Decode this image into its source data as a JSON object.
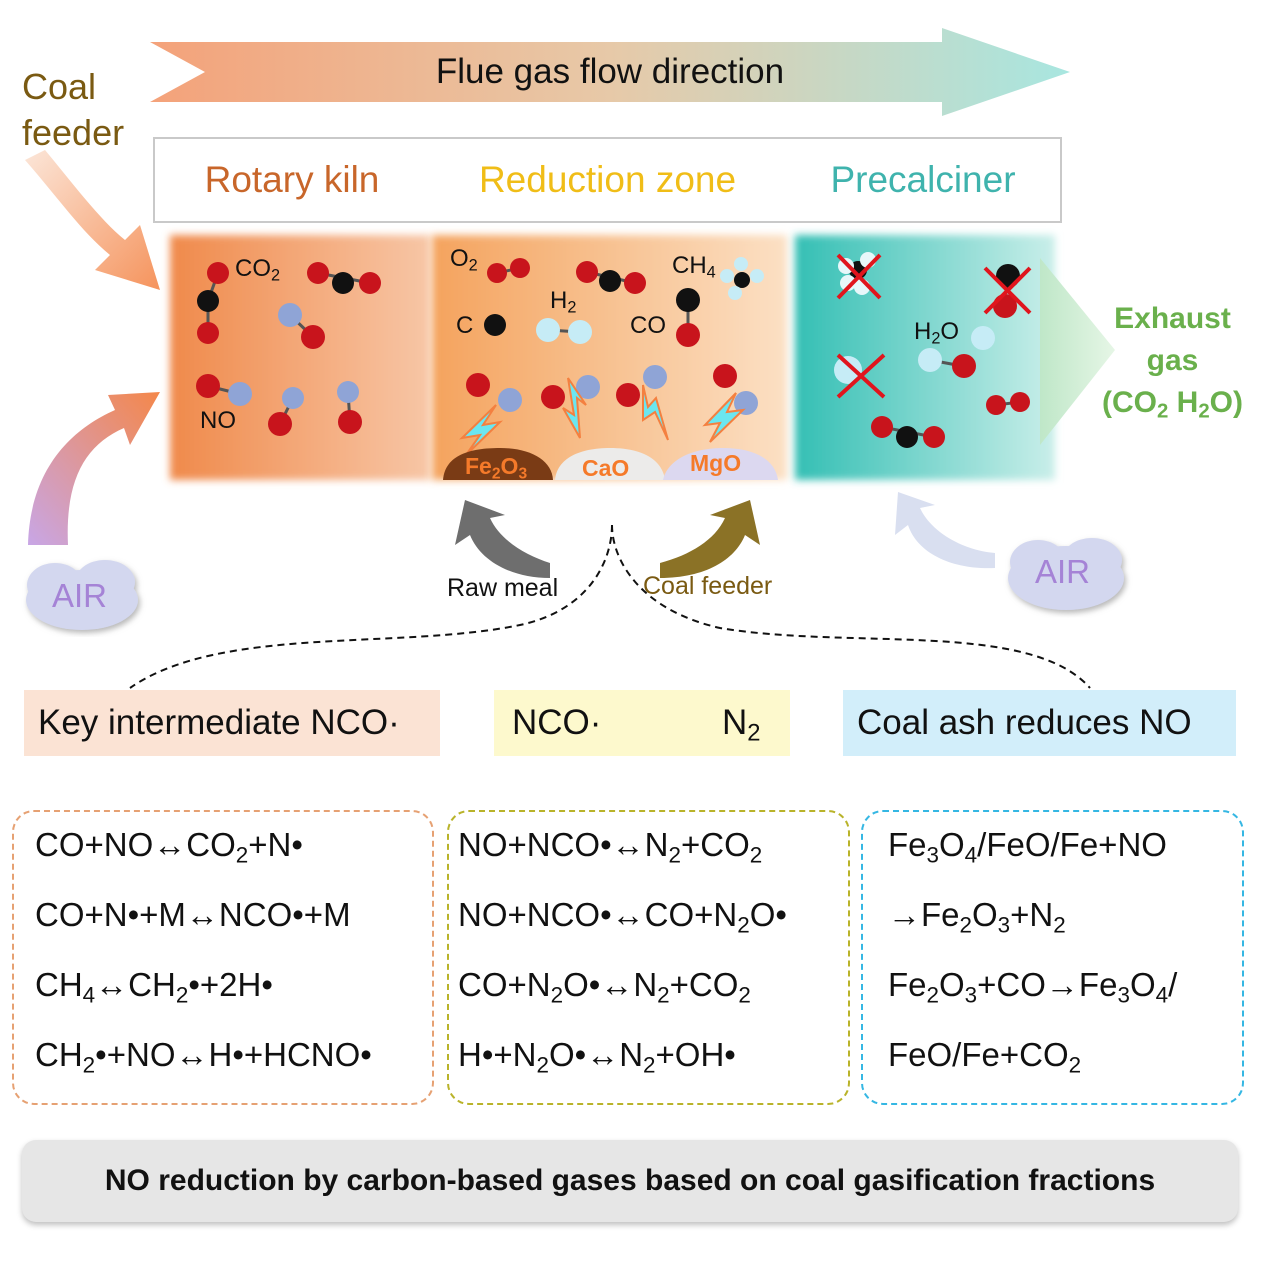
{
  "header": {
    "flow_label": "Flue gas flow direction"
  },
  "coal_feeder_top": {
    "line1": "Coal",
    "line2": "feeder"
  },
  "zones": [
    {
      "label": "Rotary kiln",
      "color": "#c8662a"
    },
    {
      "label": "Reduction zone",
      "color": "#f0bd17"
    },
    {
      "label": "Precalciner",
      "color": "#3fb3ad"
    }
  ],
  "molecule_labels": {
    "co2": "CO2",
    "no": "NO",
    "o2": "O2",
    "c": "C",
    "h2": "H2",
    "co": "CO",
    "ch4": "CH4",
    "h2o": "H2O"
  },
  "catalysts": [
    "Fe2O3",
    "CaO",
    "MgO"
  ],
  "exhaust": {
    "line1": "Exhaust",
    "line2": "gas",
    "line3": "(CO2 H2O)",
    "color": "#6ab04c"
  },
  "inputs": {
    "raw_meal": "Raw meal",
    "coal_feeder": "Coal feeder",
    "air_left": "AIR",
    "air_right": "AIR"
  },
  "chips": {
    "left": "Key intermediate NCO·",
    "middle_left": "NCO·",
    "middle_right": "N2",
    "right": "Coal ash reduces NO"
  },
  "equations": {
    "left": [
      "CO+NO↔CO2+N•",
      "CO+N•+M↔NCO•+M",
      "CH4↔CH2•+2H•",
      "CH2•+NO↔H•+HCNO•"
    ],
    "middle": [
      "NO+NCO•↔N2+CO2",
      "NO+NCO•↔CO+N2O•",
      "CO+N2O•↔N2+CO2",
      "H•+N2O•↔N2+OH•"
    ],
    "right": [
      "Fe3O4/FeO/Fe+NO",
      "→Fe2O3+N2",
      "Fe2O3+CO→Fe3O4/",
      "FeO/Fe+CO2"
    ]
  },
  "footer": "NO reduction by carbon-based gases based on coal gasification fractions"
}
